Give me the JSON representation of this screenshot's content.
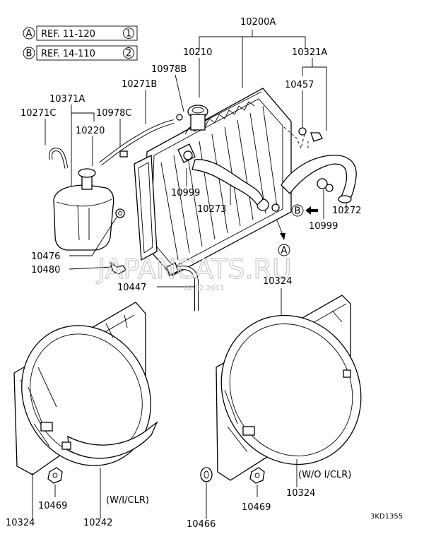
{
  "refs": [
    {
      "circle": "A",
      "text": "REF. 11-120",
      "num": "1"
    },
    {
      "circle": "B",
      "text": "REF. 14-110",
      "num": "2"
    }
  ],
  "labels": {
    "p10200A": "10200A",
    "p10210": "10210",
    "p10321A": "10321A",
    "p10978B": "10978B",
    "p10457": "10457",
    "p10271B": "10271B",
    "p10371A": "10371A",
    "p10271C": "10271C",
    "p10978C": "10978C",
    "p10220": "10220",
    "p10999a": "10999",
    "p10273": "10273",
    "p10272": "10272",
    "p10999b": "10999",
    "p10476": "10476",
    "p10480": "10480",
    "p10447": "10447",
    "p10324top": "10324",
    "p10324left": "10324",
    "p10242": "10242",
    "p10469left": "10469",
    "p10466": "10466",
    "p10469right": "10469",
    "p10324right": "10324",
    "wi_clr": "(W/I/CLR)",
    "wo_clr": "(W/O I/CLR)",
    "marker_a": "A",
    "marker_b": "B"
  },
  "watermark": "JAPANCATS.RU",
  "watermark_date": "02.02.2011",
  "diagram_code": "3KD1355"
}
